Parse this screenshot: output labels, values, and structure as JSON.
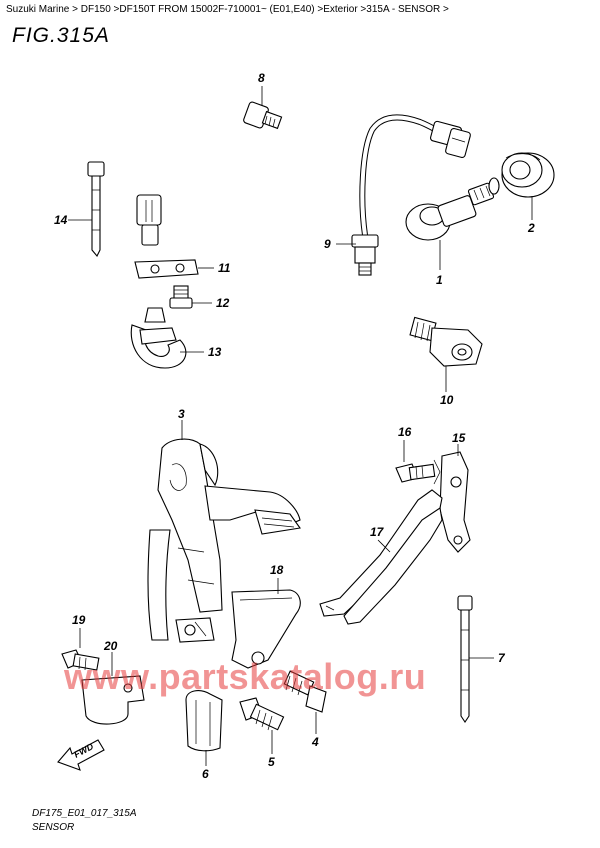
{
  "breadcrumb": "Suzuki Marine > DF150 >DF150T FROM 15002F-710001~ (E01,E40) >Exterior >315A - SENSOR >",
  "figure_title": "FIG.315A",
  "watermark": "www.partskatalog.ru",
  "drawing_code": "DF175_E01_017_315A",
  "caption": "SENSOR",
  "fwd_label": "FWD",
  "callouts": {
    "c1": "1",
    "c2": "2",
    "c3": "3",
    "c4": "4",
    "c5": "5",
    "c6": "6",
    "c7": "7",
    "c8": "8",
    "c9": "9",
    "c10": "10",
    "c11": "11",
    "c12": "12",
    "c13": "13",
    "c14": "14",
    "c15": "15",
    "c16": "16",
    "c17": "17",
    "c18": "18",
    "c19": "19",
    "c20": "20"
  }
}
